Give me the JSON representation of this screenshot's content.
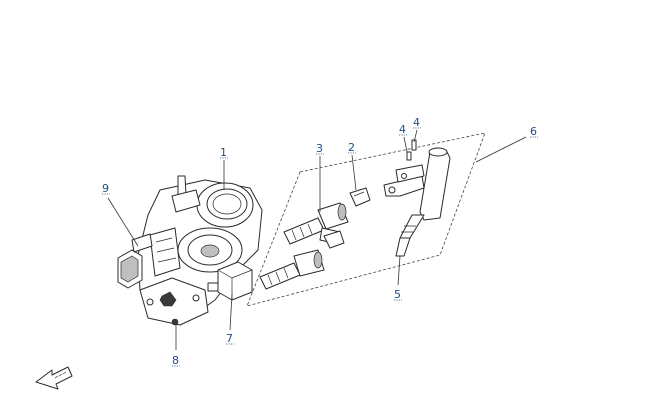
{
  "callouts": [
    {
      "id": "1",
      "label": "1"
    },
    {
      "id": "2",
      "label": "2"
    },
    {
      "id": "3",
      "label": "3"
    },
    {
      "id": "4a",
      "label": "4"
    },
    {
      "id": "4b",
      "label": "4"
    },
    {
      "id": "5",
      "label": "5"
    },
    {
      "id": "6",
      "label": "6"
    },
    {
      "id": "7",
      "label": "7"
    },
    {
      "id": "8",
      "label": "8"
    },
    {
      "id": "9",
      "label": "9"
    }
  ],
  "colors": {
    "callout_number": "#1f4e8c",
    "line": "#2b2b2b"
  },
  "icons": {
    "front_arrow": "fwd-arrow-icon"
  }
}
